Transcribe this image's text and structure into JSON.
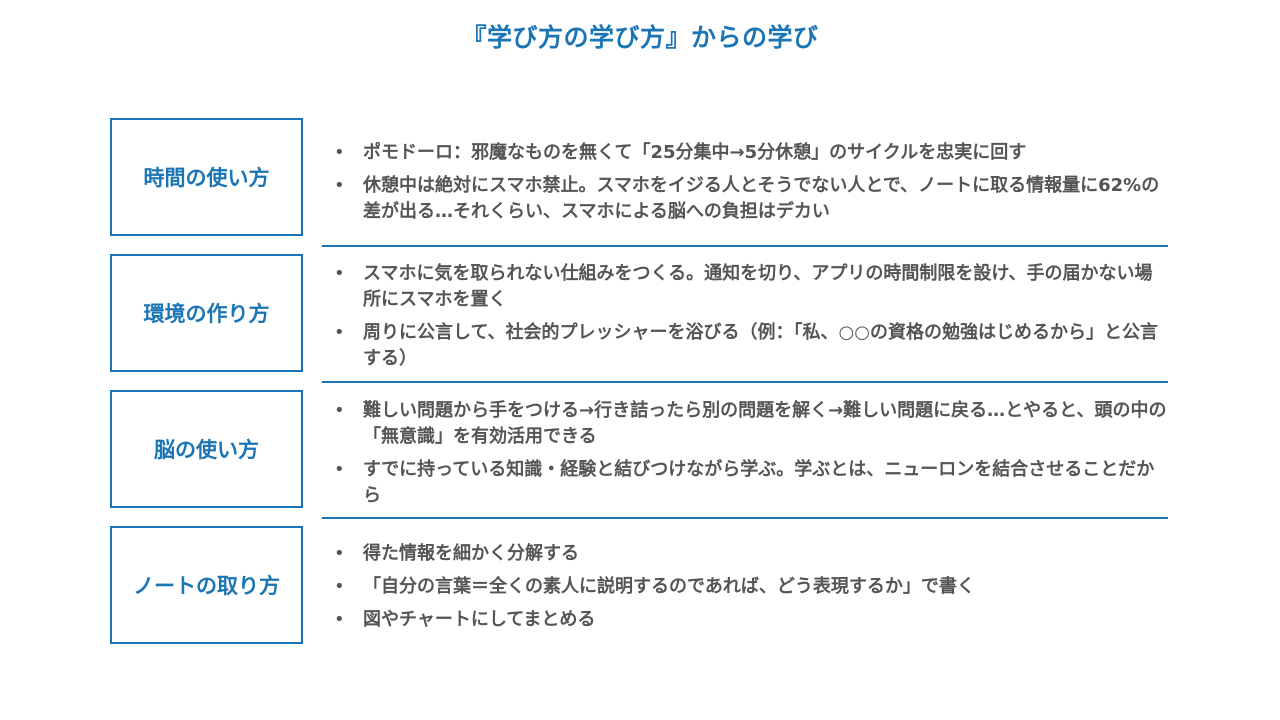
{
  "title": "『学び方の学び方』からの学び",
  "sections": [
    {
      "label": "時間の使い方",
      "bullets": [
        "ポモドーロ：邪魔なものを無くて「25分集中→5分休憩」のサイクルを忠実に回す",
        "休憩中は絶対にスマホ禁止。スマホをイジる人とそうでない人とで、ノートに取る情報量に62%の差が出る…それくらい、スマホによる脳への負担はデカい"
      ]
    },
    {
      "label": "環境の作り方",
      "bullets": [
        "スマホに気を取られない仕組みをつくる。通知を切り、アプリの時間制限を設け、手の届かない場所にスマホを置く",
        "周りに公言して、社会的プレッシャーを浴びる（例：「私、○○の資格の勉強はじめるから」と公言する）"
      ]
    },
    {
      "label": "脳の使い方",
      "bullets": [
        "難しい問題から手をつける→行き詰ったら別の問題を解く→難しい問題に戻る…とやると、頭の中の「無意識」を有効活用できる",
        "すでに持っている知識・経験と結びつけながら学ぶ。学ぶとは、ニューロンを結合させることだから"
      ]
    },
    {
      "label": "ノートの取り方",
      "bullets": [
        "得た情報を細かく分解する",
        "「自分の言葉＝全くの素人に説明するのであれば、どう表現するか」で書く",
        "図やチャートにしてまとめる"
      ]
    }
  ],
  "bullet_char": "•",
  "colors": {
    "accent": "#1b75b4",
    "text": "#555555"
  }
}
